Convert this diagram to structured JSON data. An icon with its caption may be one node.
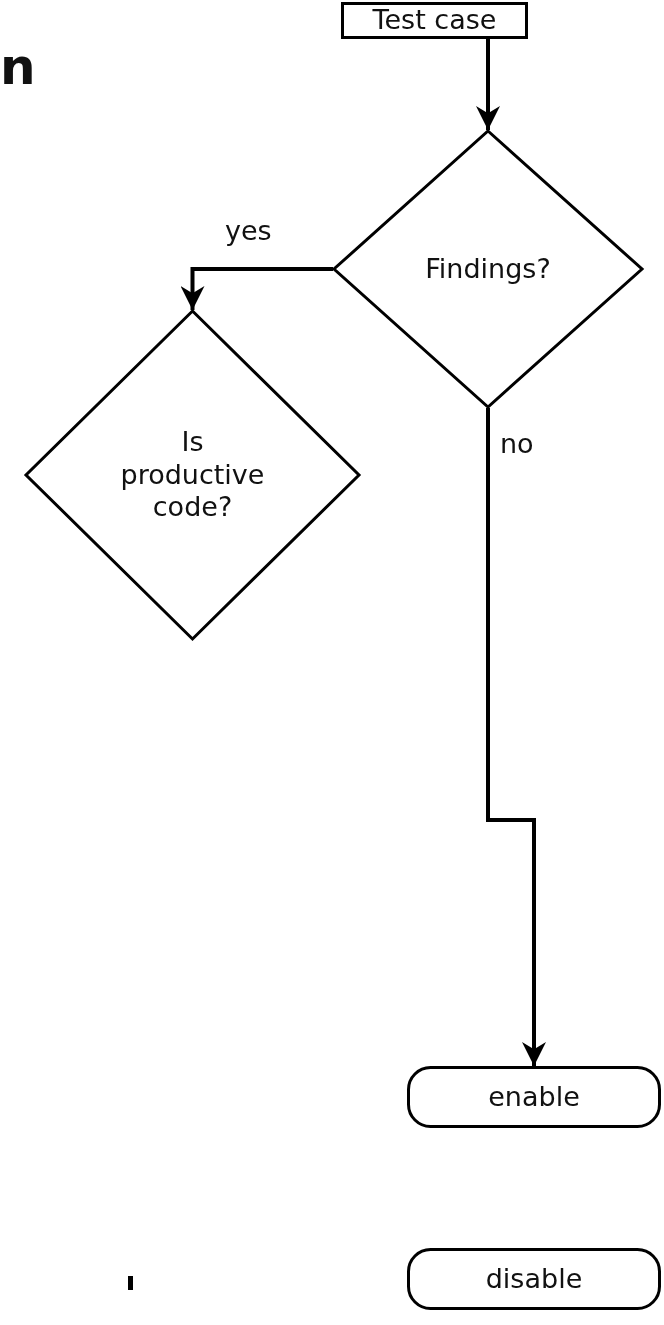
{
  "diagram": {
    "nodes": [
      {
        "text": [
          "Test case"
        ]
      },
      {
        "text": [
          "Findings?"
        ]
      },
      {
        "text": [
          "Is productive code?"
        ]
      },
      {
        "text": [
          "enable"
        ]
      },
      {
        "text": [
          "disable"
        ]
      }
    ],
    "edges": [
      {
        "from": 0,
        "to": 1,
        "arrow": "to"
      },
      {
        "from": 1,
        "to": 2,
        "arrow": "to",
        "label": "yes"
      },
      {
        "from": 1,
        "to": 3,
        "arrow": "to",
        "label": "no"
      }
    ],
    "labels": [
      "n"
    ]
  }
}
